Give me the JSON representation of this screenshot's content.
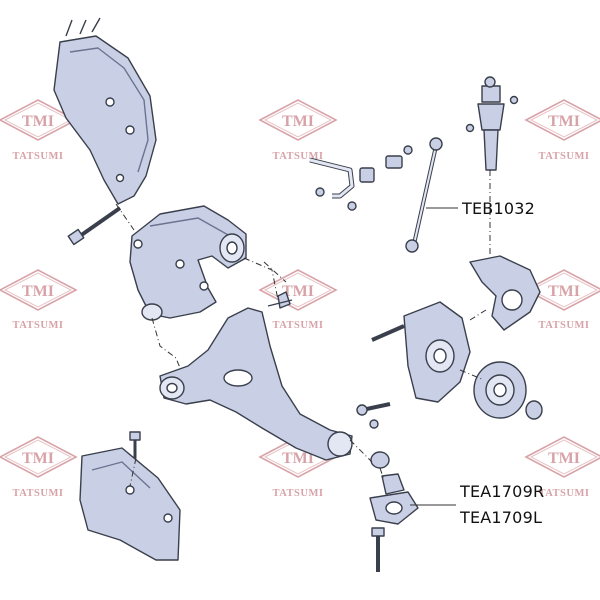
{
  "watermark": {
    "logo_text": "TMI",
    "brand_text": "TATSUMI",
    "color": "#d8a3a8"
  },
  "parts": {
    "stabilizer_link": "TEB1032",
    "ball_joint_right": "TEA1709R",
    "ball_joint_left": "TEA1709L"
  },
  "colors": {
    "line": "#3a3f4c",
    "part_fill": "#c9d0e6",
    "part_shadow": "#9aa6c8",
    "leader": "#333333"
  }
}
